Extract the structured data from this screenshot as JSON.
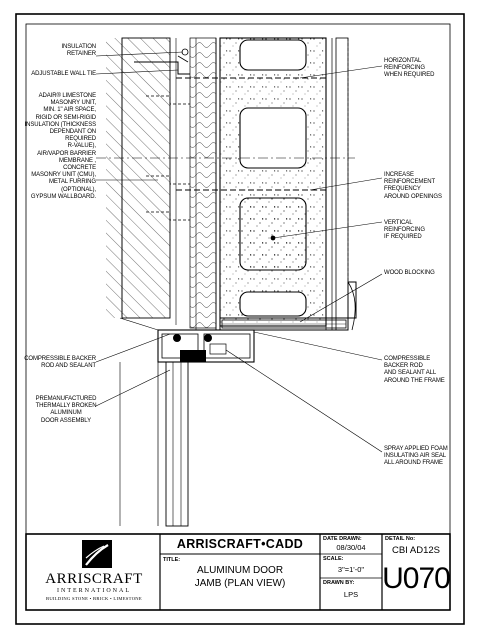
{
  "labels_left": [
    {
      "id": "insulation-retainer",
      "text": "INSULATION\nRETAINER"
    },
    {
      "id": "adjustable-wall-tie",
      "text": "ADJUSTABLE WALL TIE"
    },
    {
      "id": "wall-assembly",
      "text": "ADAIR® LIMESTONE\nMASONRY UNIT,\nMIN. 1\" AIR SPACE,\nRIGID OR SEMI-RIGID\nINSULATION (THICKNESS\nDEPENDANT ON REQUIRED\nR-VALUE),\nAIR/VAPOR BARRIER\nMEMBRANE ,\nCONCRETE\nMASONRY UNIT (CMU),\nMETAL FURRING\n(OPTIONAL),\nGYPSUM WALLBOARD."
    },
    {
      "id": "compressible-backer-left",
      "text": "COMPRESSIBLE BACKER\nROD AND SEALANT"
    },
    {
      "id": "door-assembly",
      "text": "PREMANUFACTURED\nTHERMALLY BROKEN\nALUMINUM\nDOOR ASSEMBLY"
    }
  ],
  "labels_right": [
    {
      "id": "horizontal-reinforcing",
      "text": "HORIZONTAL\nREINFORCING\nWHEN REQUIRED"
    },
    {
      "id": "increase-reinforcement",
      "text": "INCREASE\nREINFORCEMENT\nFREQUENCY\nAROUND OPENINGS"
    },
    {
      "id": "vertical-reinforcing",
      "text": "VERTICAL\nREINFORCING\nIF REQUIRED"
    },
    {
      "id": "wood-blocking",
      "text": "WOOD BLOCKING"
    },
    {
      "id": "compressible-backer-right",
      "text": "COMPRESSIBLE\nBACKER ROD\nAND SEALANT ALL\nAROUND THE FRAME"
    },
    {
      "id": "spray-foam",
      "text": "SPRAY APPLIED FOAM\nINSULATING AIR SEAL\nALL AROUND FRAME"
    }
  ],
  "title_block": {
    "company": "ARRISCRAFT•CADD",
    "title_label": "TITLE:",
    "title_line1": "ALUMINUM DOOR",
    "title_line2": "JAMB (PLAN VIEW)",
    "date_label": "DATE DRAWN:",
    "date_value": "08/30/04",
    "scale_label": "SCALE:",
    "scale_value": "3\"=1'-0\"",
    "drawn_label": "DRAWN BY:",
    "drawn_value": "LPS",
    "detail_label": "DETAIL No:",
    "detail_value": "CBI AD12S",
    "sheet_number": "U070",
    "logo_name": "ARRISCRAFT",
    "logo_sub1": "INTERNATIONAL",
    "logo_sub2": "BUILDING STONE • BRICK • LIMESTONE"
  }
}
